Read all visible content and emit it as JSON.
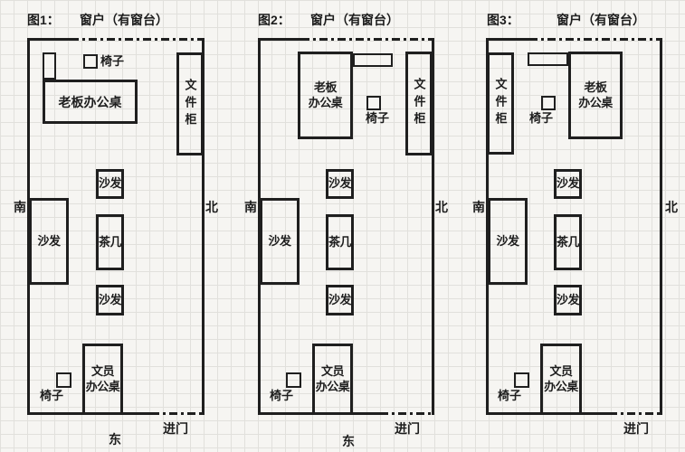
{
  "theme": {
    "background": "#f6f5f2",
    "grid": "#e1e0dc",
    "line": "#1f1f1f",
    "text": "#1d1d1d"
  },
  "figures": [
    {
      "title": "图1：",
      "window_label": "窗户（有窗台）",
      "labels": {
        "south": "南",
        "north": "北",
        "east": "东",
        "entrance": "进门",
        "chair_top": "椅子",
        "chair_bottom": "椅子",
        "boss_desk": "老板办公桌",
        "file_cabinet": "文件柜",
        "sofa_upper": "沙发",
        "sofa_left": "沙发",
        "sofa_lower": "沙发",
        "tea_table": "茶几",
        "clerk_desk_line1": "文员",
        "clerk_desk_line2": "办公桌"
      }
    },
    {
      "title": "图2：",
      "window_label": "窗户（有窗台）",
      "labels": {
        "south": "南",
        "north": "北",
        "east": "东",
        "entrance": "进门",
        "chair_top": "椅子",
        "chair_bottom": "椅子",
        "boss_desk_line1": "老板",
        "boss_desk_line2": "办公桌",
        "file_cabinet": "文件柜",
        "sofa_upper": "沙发",
        "sofa_left": "沙发",
        "sofa_lower": "沙发",
        "tea_table": "茶几",
        "clerk_desk_line1": "文员",
        "clerk_desk_line2": "办公桌"
      }
    },
    {
      "title": "图3：",
      "window_label": "窗户（有窗台）",
      "labels": {
        "south": "南",
        "north": "北",
        "entrance": "进门",
        "chair_top": "椅子",
        "chair_bottom": "椅子",
        "boss_desk_line1": "老板",
        "boss_desk_line2": "办公桌",
        "file_cabinet": "文件柜",
        "sofa_upper": "沙发",
        "sofa_left": "沙发",
        "sofa_lower": "沙发",
        "tea_table": "茶几",
        "clerk_desk_line1": "文员",
        "clerk_desk_line2": "办公桌"
      }
    }
  ]
}
